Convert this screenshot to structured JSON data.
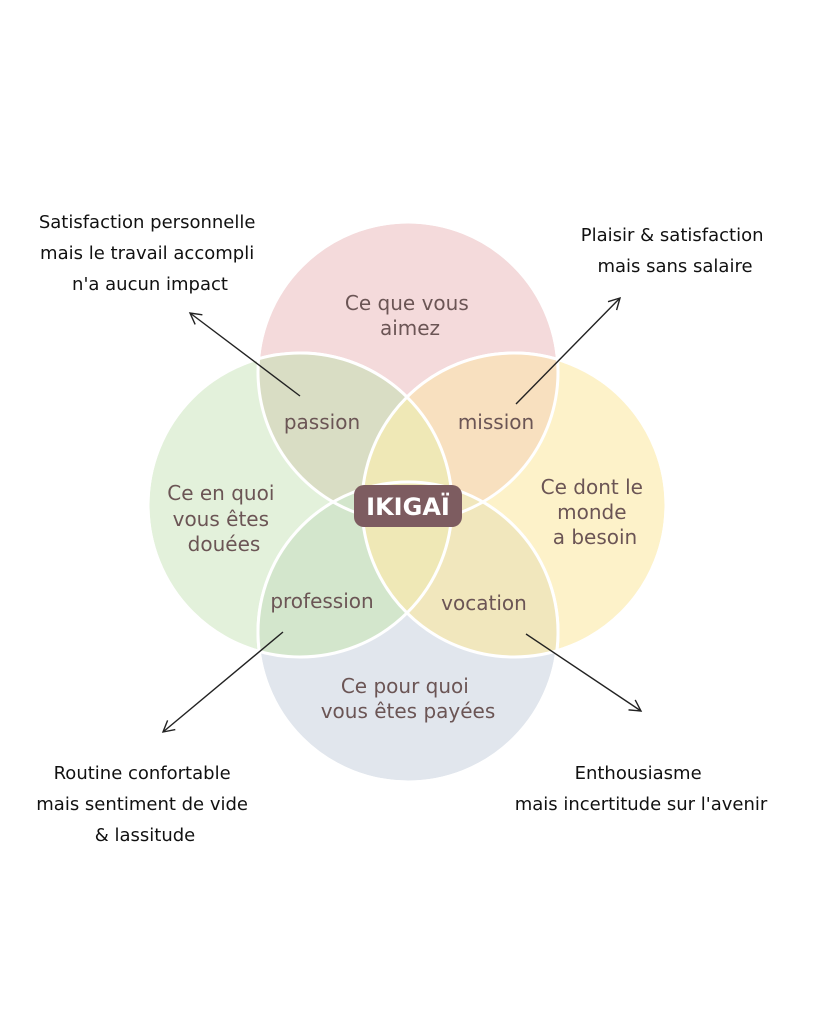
{
  "circles": {
    "love": {
      "lines": [
        "Ce que vous",
        "aimez"
      ],
      "color": "#f2d4d5"
    },
    "good": {
      "lines": [
        "Ce en quoi",
        "vous êtes",
        "douées"
      ],
      "color": "#deeed5"
    },
    "need": {
      "lines": [
        "Ce dont le",
        "monde",
        "a besoin"
      ],
      "color": "#fdf0c0"
    },
    "paid": {
      "lines": [
        "Ce pour quoi",
        "vous êtes payées"
      ],
      "color": "#dce2ea"
    }
  },
  "overlaps": {
    "passion": "passion",
    "mission": "mission",
    "profession": "profession",
    "vocation": "vocation"
  },
  "center": {
    "label": "IKIGAÏ",
    "color": "#7d5c60"
  },
  "notes": {
    "top_left": [
      "Satisfaction personnelle",
      "mais le travail accompli",
      "n'a aucun impact"
    ],
    "top_right": [
      "Plaisir & satisfaction",
      "mais sans salaire"
    ],
    "bottom_left": [
      "Routine confortable",
      "mais sentiment de vide",
      "& lassitude"
    ],
    "bottom_right": [
      "Enthousiasme",
      "mais incertitude sur l'avenir"
    ]
  }
}
